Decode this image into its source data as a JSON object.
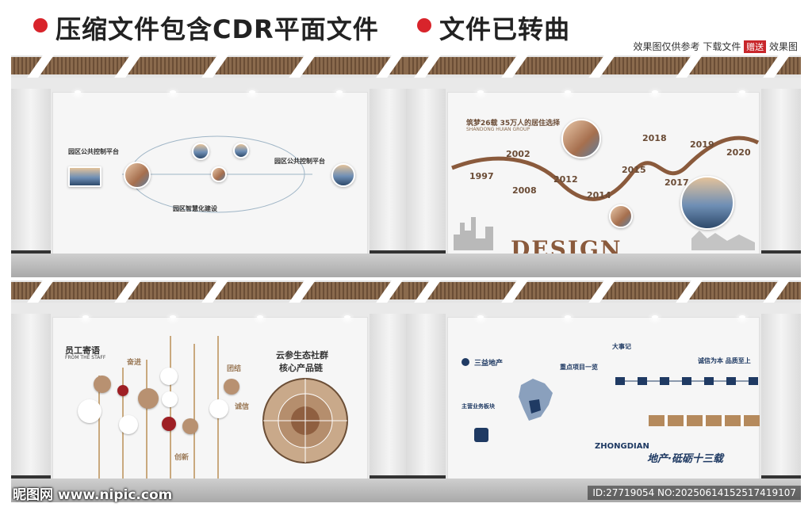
{
  "header": {
    "title_left": "压缩文件包含CDR平面文件",
    "title_right": "文件已转曲",
    "note_prefix": "效果图仅供参考   下载文件",
    "note_badge": "赠送",
    "note_suffix": "效果图"
  },
  "panel1": {
    "title_a": "园区公共控制平台",
    "title_b": "园区公共控制平台",
    "title_c": "园区智慧化建设"
  },
  "panel2": {
    "heading": "筑梦26载 35万人的居住选择",
    "subheading": "SHANDONG HUIAN GROUP",
    "years": [
      "1997",
      "2002",
      "2008",
      "2012",
      "2014",
      "2015",
      "2017",
      "2018",
      "2019",
      "2020"
    ],
    "design_word": "DESIGN"
  },
  "panel3": {
    "title": "员工寄语",
    "title_en": "FROM THE STAFF",
    "words": [
      "奋进",
      "团结",
      "诚信",
      "创新"
    ],
    "chain_title_1": "云参生态社群",
    "chain_title_2": "核心产品链"
  },
  "panel4": {
    "logo": "三益地产",
    "section_a": "重点项目一览",
    "section_b": "大事记",
    "section_c": "主营业务板块",
    "slogan": "诚信为本 品质至上",
    "brand": "ZHONGDIAN",
    "calligraphy": "地产·砥砺十三载"
  },
  "footer": {
    "watermark": "昵图网 www.nipic.com",
    "id_text": "ID:27719054 NO:20250614152517419107"
  }
}
